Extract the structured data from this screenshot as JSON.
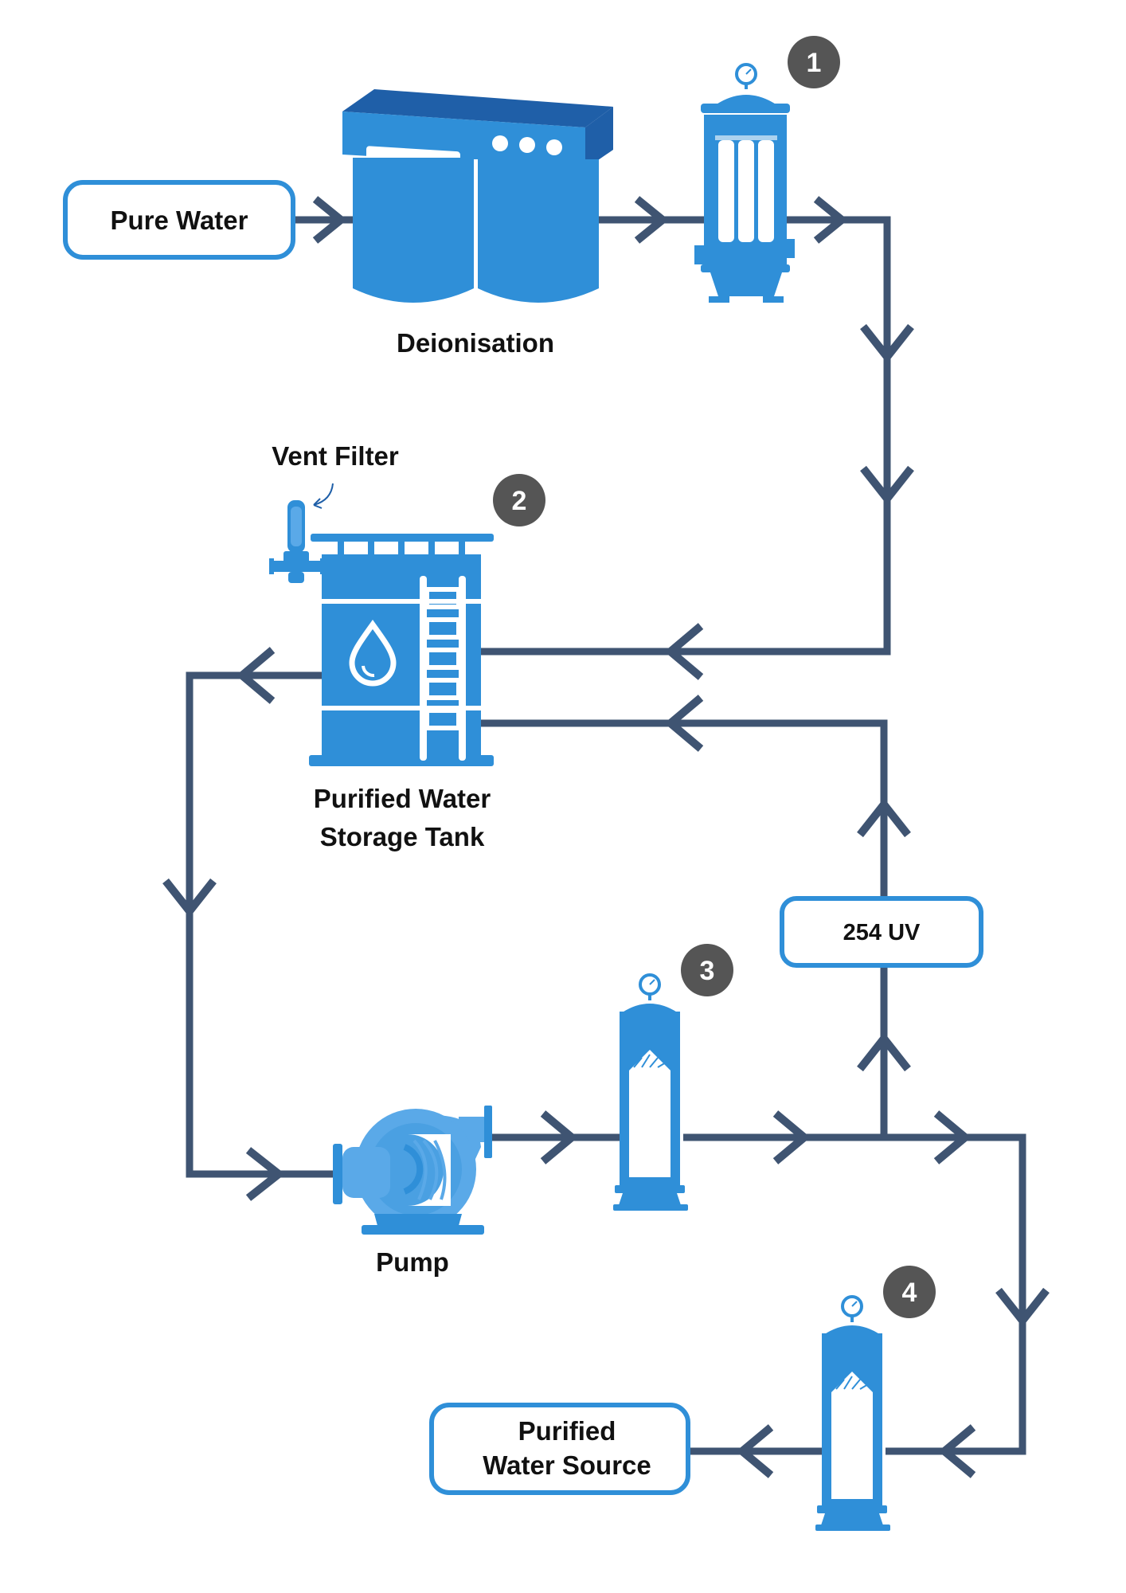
{
  "colors": {
    "line": "#3f5472",
    "equipment": "#2f8fd8",
    "equipment_dark": "#1f5fa8",
    "box_border": "#2f8fd8",
    "badge": "#555555"
  },
  "boxes": {
    "pure_water": "Pure Water",
    "uv": "254 UV",
    "purified_source_line1": "Purified",
    "purified_source_line2": "Water Source"
  },
  "labels": {
    "deionisation": "Deionisation",
    "vent_filter": "Vent Filter",
    "tank_line1": "Purified Water",
    "tank_line2": "Storage Tank",
    "pump": "Pump"
  },
  "badges": [
    "1",
    "2",
    "3",
    "4"
  ],
  "icons": {
    "deionisation_unit": "deionisation-unit-icon",
    "cartridge_filter": "cartridge-filter-icon",
    "storage_tank": "storage-tank-icon",
    "vent_filter": "vent-filter-icon",
    "pump": "centrifugal-pump-icon",
    "filter_housing": "filter-housing-icon",
    "gauge": "pressure-gauge-icon"
  }
}
